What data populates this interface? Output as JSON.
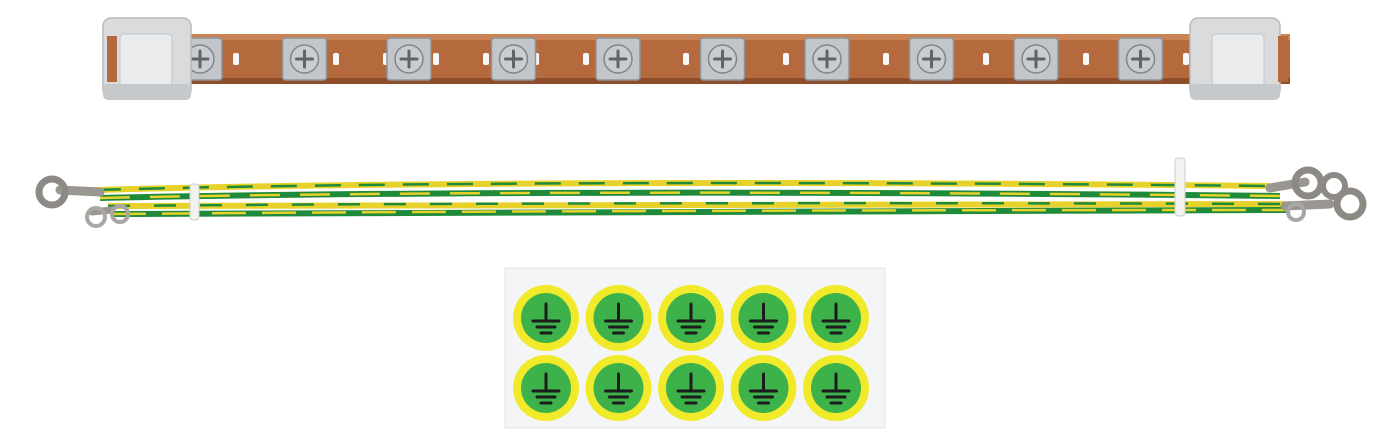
{
  "scene": {
    "background": "#ffffff",
    "busbar": {
      "terminal_count": 10,
      "copper_color": "#b46a3c",
      "copper_dark": "#7e4323",
      "holder_color": "#d9dbdc",
      "screw_color": "#c9cdd1"
    },
    "cables": {
      "count": 4,
      "insulation_green": "#1f8a3a",
      "insulation_yellow": "#e6d22a",
      "lug_color": "#8d8a86",
      "tie_color": "#f2f2ee"
    },
    "labels": {
      "rows": 2,
      "columns": 5,
      "sheet_color": "#f4f5f6",
      "ring_color": "#f0ea2a",
      "disc_color": "#3db24a",
      "symbol": "earth-ground-symbol"
    }
  }
}
